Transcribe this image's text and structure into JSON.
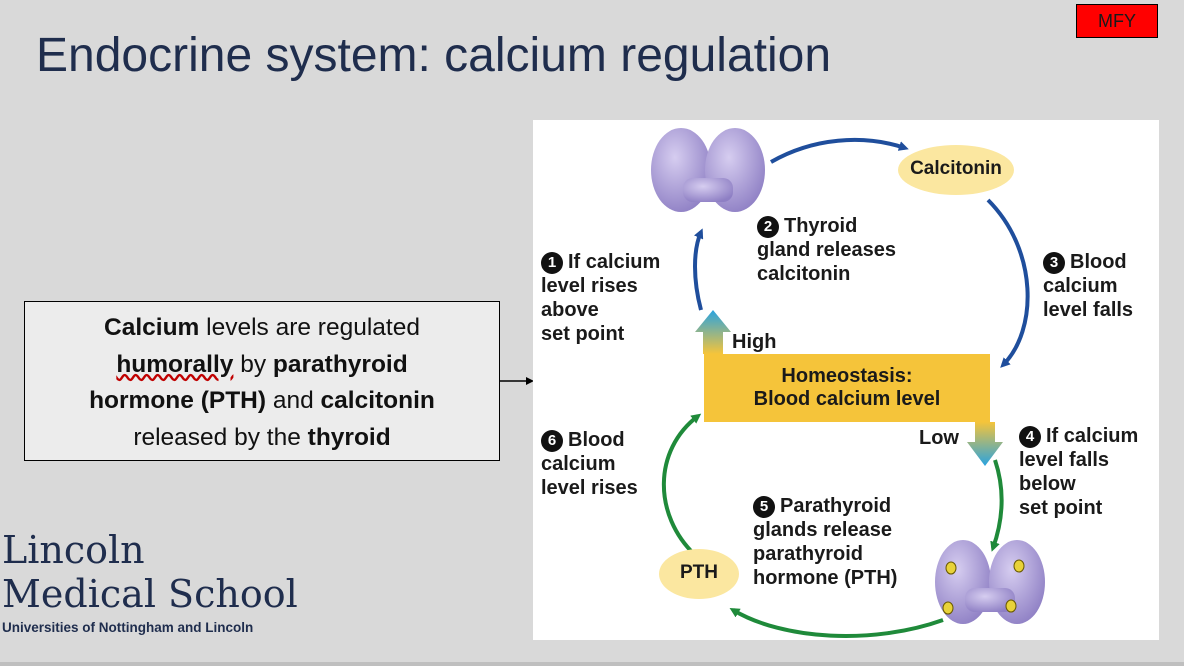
{
  "slide": {
    "title": "Endocrine system: calcium regulation",
    "badge": "MFY"
  },
  "callout": {
    "w1": "Calcium",
    "w2": " levels are regulated",
    "w3": "humorally",
    "w4": " by ",
    "w5": "parathyroid",
    "w6": "hormone (PTH)",
    "w7": " and ",
    "w8": "calcitonin",
    "w9": "released by the ",
    "w10": "thyroid"
  },
  "logo": {
    "line1": "Lincoln",
    "line2": "Medical School",
    "line3": "Universities of Nottingham and Lincoln"
  },
  "diagram": {
    "calcitonin": "Calcitonin",
    "pth": "PTH",
    "homeostasis_line1": "Homeostasis:",
    "homeostasis_line2": "Blood calcium level",
    "high": "High",
    "low": "Low",
    "steps": [
      {
        "n": "1",
        "text": "If calcium\nlevel rises\nabove\nset point"
      },
      {
        "n": "2",
        "text": "Thyroid\ngland releases\ncalcitonin"
      },
      {
        "n": "3",
        "text": "Blood\ncalcium\nlevel falls"
      },
      {
        "n": "4",
        "text": "If calcium\nlevel falls\nbelow\nset point"
      },
      {
        "n": "5",
        "text": "Parathyroid\nglands release\nparathyroid\nhormone (PTH)"
      },
      {
        "n": "6",
        "text": "Blood\ncalcium\nlevel rises"
      }
    ],
    "colors": {
      "blue_arrow": "#1f4e9c",
      "green_arrow": "#1f8a3a",
      "homeostasis_box": "#f5c43a",
      "ellipse": "#fbe7a0",
      "gland": "#a99bd6",
      "light_blue_arrow": "#29a3e0"
    },
    "icons": [
      "thyroid-gland-icon",
      "parathyroid-glands-icon"
    ]
  }
}
